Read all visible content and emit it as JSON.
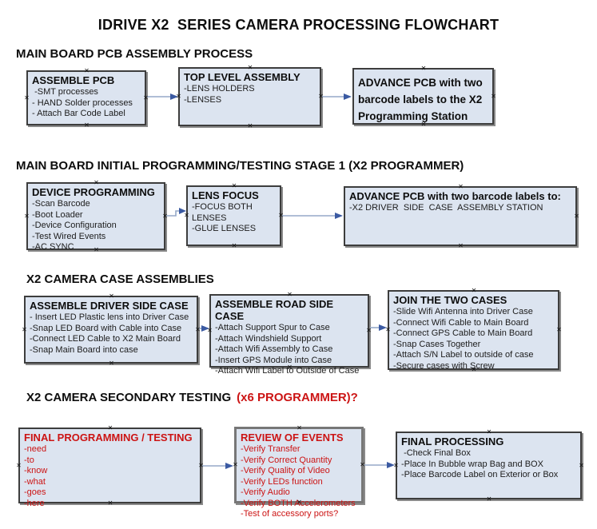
{
  "page_title": "IDRIVE X2  SERIES CAMERA PROCESSING FLOWCHART",
  "colors": {
    "box_fill": "#dce4f0",
    "box_border": "#3d3d3d",
    "box_shadow": "#8a8a8a",
    "arrow_line": "#95a9c8",
    "arrow_head": "#3b5aa2",
    "red": "#cc1414",
    "text": "#0d0d0d"
  },
  "icons": {
    "connector_handle": "✕"
  },
  "sections": [
    {
      "heading": "MAIN BOARD PCB ASSEMBLY PROCESS",
      "boxes": [
        {
          "title": "ASSEMBLE PCB",
          "items": [
            " -SMT processes",
            "- HAND Solder processes",
            "- Attach Bar Code Label"
          ]
        },
        {
          "title": "TOP LEVEL ASSEMBLY",
          "items": [
            "-LENS HOLDERS",
            "-LENSES"
          ]
        },
        {
          "title": "ADVANCE PCB with two barcode labels to the X2 Programming Station",
          "items": []
        }
      ]
    },
    {
      "heading": "MAIN BOARD INITIAL PROGRAMMING/TESTING STAGE 1 (X2 PROGRAMMER)",
      "boxes": [
        {
          "title": "DEVICE PROGRAMMING",
          "items": [
            "-Scan Barcode",
            "-Boot Loader",
            "-Device Configuration",
            "-Test Wired Events",
            "-AC SYNC"
          ]
        },
        {
          "title": "LENS FOCUS",
          "items": [
            "-FOCUS BOTH LENSES",
            "-GLUE LENSES"
          ]
        },
        {
          "title": "ADVANCE PCB with two barcode labels to:",
          "items": [
            "-X2 DRIVER  SIDE  CASE  ASSEMBLY STATION"
          ]
        }
      ]
    },
    {
      "heading": "X2 CAMERA CASE ASSEMBLIES",
      "boxes": [
        {
          "title": "ASSEMBLE DRIVER SIDE CASE",
          "items": [
            "- Insert LED Plastic lens into Driver Case",
            "-Snap LED Board with Cable into Case",
            "-Connect LED Cable to X2 Main Board",
            "-Snap Main Board into case"
          ]
        },
        {
          "title": "ASSEMBLE ROAD SIDE CASE",
          "items": [
            "-Attach Support Spur to Case",
            "-Attach Windshield Support",
            "-Attach Wifi Assembly to Case",
            "-Insert GPS Module into Case",
            "-Attach Wifi Label to Outside of Case"
          ]
        },
        {
          "title": "JOIN THE TWO CASES",
          "items": [
            "-Slide Wifi Antenna into Driver Case",
            "-Connect Wifi Cable to Main Board",
            "-Connect GPS Cable to Main Board",
            "-Snap Cases Together",
            "-Attach S/N Label to outside of case",
            "-Secure cases with Screw"
          ]
        }
      ]
    },
    {
      "heading": "X2 CAMERA SECONDARY TESTING",
      "heading_red": "(x6 PROGRAMMER)?",
      "boxes": [
        {
          "title": "FINAL PROGRAMMING / TESTING",
          "items": [
            "-need",
            "-to",
            "-know",
            "-what",
            "-goes",
            "-here"
          ]
        },
        {
          "title": "REVIEW OF EVENTS",
          "items": [
            "-Verify Transfer",
            "-Verify Correct Quantity",
            "-Verify Quality of Video",
            "-Verify LEDs function",
            "-Verify Audio",
            "-Verify BOTH Accelerometers",
            "-Test of accessory ports?"
          ]
        },
        {
          "title": "FINAL PROCESSING",
          "items": [
            " -Check Final Box",
            "-Place In Bubble wrap Bag and BOX",
            "-Place Barcode Label on Exterior or Box"
          ]
        }
      ]
    }
  ]
}
